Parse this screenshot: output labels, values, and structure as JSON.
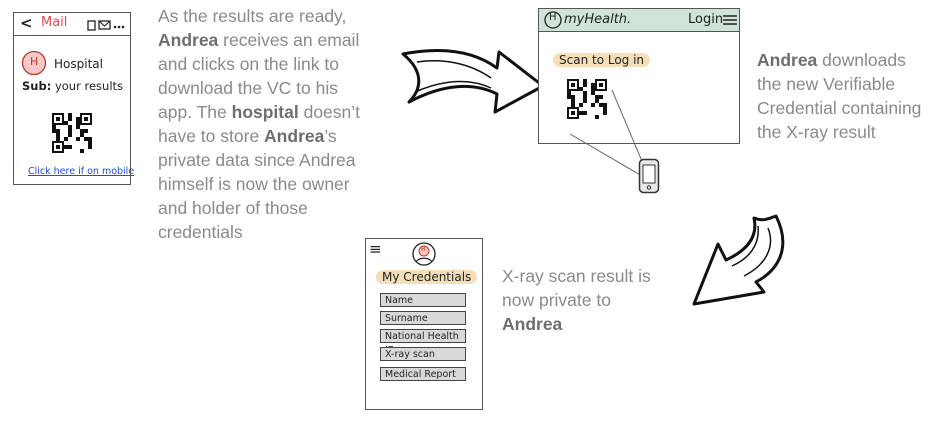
{
  "mail_card": {
    "back_glyph": "<",
    "title": "Mail",
    "sender_initial": "H",
    "sender": "Hospital",
    "subject_prefix": "Sub:",
    "subject": "your results",
    "link": "Click here if on mobile"
  },
  "text_left": {
    "p1": "As the results are ready,",
    "name1": "Andrea",
    "p2": " receives an email",
    "p3": "and clicks on the link to",
    "p4": "download the VC to his",
    "p5": "app. The ",
    "hospital": "hospital",
    "p6": " doesn’t",
    "p7": "have to store ",
    "name2": "Andrea",
    "p8": "’s",
    "p9": "private data since Andrea",
    "p10": "himself is now the owner",
    "p11": "and holder of those",
    "p12": "credentials"
  },
  "myhealth_card": {
    "logo_initial": "H",
    "app_name": "myHealth.",
    "login": "Login",
    "scan_label": "Scan to Log in",
    "header_color": "#cfe4d6"
  },
  "text_right": {
    "name": "Andrea",
    "p1": " downloads",
    "p2": "the new Verifiable",
    "p3": "Credential containing",
    "p4": "the X-ray result"
  },
  "credentials_card": {
    "menu_glyph": "≡",
    "avatar_initial": "R",
    "title": "My Credentials",
    "fields": [
      "Name",
      "Surname",
      "National Health ID",
      "X-ray scan",
      "Medical Report"
    ]
  },
  "text_bottom": {
    "p1": "X-ray scan result is",
    "p2": "now private to",
    "name": "Andrea"
  },
  "colors": {
    "mail_red": "#e24b4b",
    "highlight": "#f6dfb8",
    "text_gray": "#8a8a8a",
    "link_blue": "#1a4fd6"
  }
}
